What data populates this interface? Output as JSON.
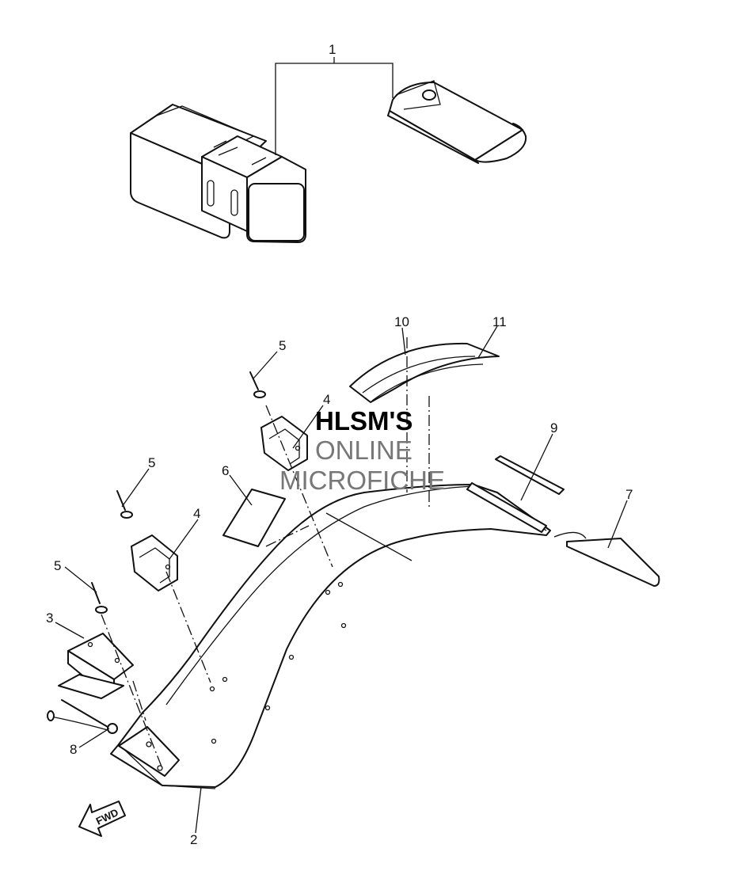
{
  "watermark": {
    "line1": "HLSM'S",
    "line2": "ONLINE",
    "line3": "MICROFICHE"
  },
  "fwd_label": "FWD",
  "callouts": {
    "c1": "1",
    "c2": "2",
    "c3": "3",
    "c4a": "4",
    "c4b": "4",
    "c5a": "5",
    "c5b": "5",
    "c5c": "5",
    "c6": "6",
    "c7": "7",
    "c8": "8",
    "c9": "9",
    "c10": "10",
    "c11": "11"
  }
}
